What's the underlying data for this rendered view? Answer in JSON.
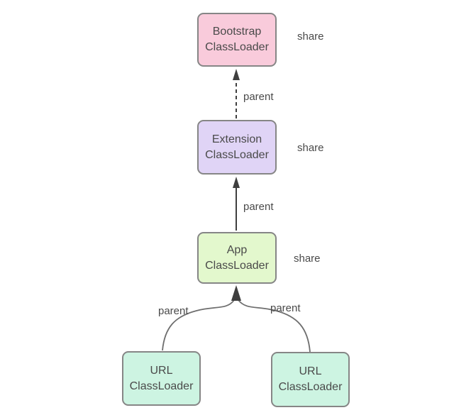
{
  "diagram": {
    "type": "flowchart",
    "subject": "classloader-hierarchy",
    "nodes": [
      {
        "id": "bootstrap-classloader",
        "label": "Bootstrap\nClassLoader",
        "fill": "#f9cbdb"
      },
      {
        "id": "extension-classloader",
        "label": "Extension\nClassLoader",
        "fill": "#e0d4f6"
      },
      {
        "id": "app-classloader",
        "label": "App\nClassLoader",
        "fill": "#e3f8cd"
      },
      {
        "id": "url-classloader-left",
        "label": "URL\nClassLoader",
        "fill": "#cdf4e2"
      },
      {
        "id": "url-classloader-right",
        "label": "URL\nClassLoader",
        "fill": "#cdf4e2"
      }
    ],
    "edges": [
      {
        "from": "extension-classloader",
        "to": "bootstrap-classloader",
        "style": "dashed",
        "label": "parent"
      },
      {
        "from": "app-classloader",
        "to": "extension-classloader",
        "style": "solid",
        "label": "parent"
      },
      {
        "from": "url-classloader-left",
        "to": "app-classloader",
        "style": "curved",
        "label": "parent"
      },
      {
        "from": "url-classloader-right",
        "to": "app-classloader",
        "style": "curved",
        "label": "parent"
      }
    ],
    "side_labels": [
      {
        "target": "bootstrap-classloader",
        "text": "share"
      },
      {
        "target": "extension-classloader",
        "text": "share"
      },
      {
        "target": "app-classloader",
        "text": "share"
      }
    ]
  },
  "colors": {
    "background": "#ffffff",
    "node-border": "#868686",
    "node-bootstrap": "#f9cbdb",
    "node-extension": "#e0d4f6",
    "node-app": "#e3f8cd",
    "node-url": "#cdf4e2",
    "text": "#4a4a4a",
    "edge": "#3f3f3f",
    "edge-curve": "#6e6e6e"
  }
}
